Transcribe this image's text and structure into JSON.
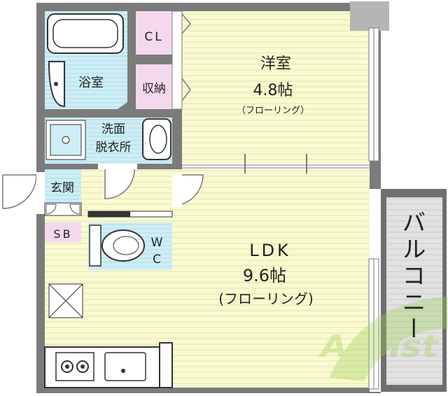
{
  "rooms": {
    "bedroom": {
      "name": "洋室",
      "size": "4.8帖",
      "floor": "（フローリング）"
    },
    "ldk": {
      "name": "LDK",
      "size": "9.6帖",
      "floor": "(フローリング)"
    },
    "bath": {
      "name": "浴室"
    },
    "washroom": {
      "line1": "洗面",
      "line2": "脱衣所"
    },
    "entrance": {
      "name": "玄関"
    },
    "closet": {
      "name": "CL"
    },
    "storage": {
      "name": "収納"
    },
    "shoe_box": {
      "name": "SB"
    },
    "toilet": {
      "line1": "W",
      "line2": "C"
    },
    "balcony": {
      "name": "バルコニー"
    }
  },
  "watermark": {
    "text": "Assist"
  },
  "colors": {
    "wall": "#7b7b7b",
    "floor_wood": "#fafad2",
    "floor_wet": "#cdeef6",
    "closet": "#f4d9ee",
    "balcony": "#d9d9d9",
    "watermark": "#9ccf53"
  }
}
